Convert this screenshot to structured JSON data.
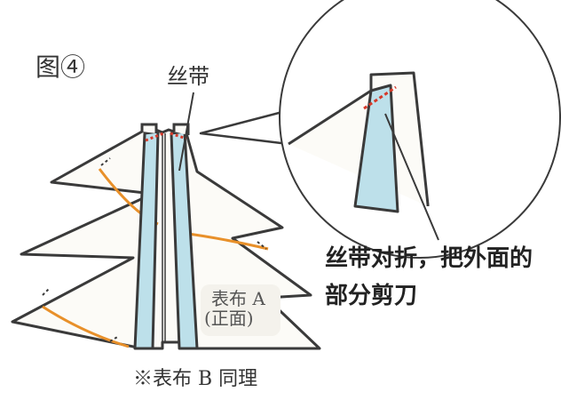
{
  "labels": {
    "figure": "图④",
    "ribbon": "丝带",
    "instruction_line1": "丝带对折，把外面的",
    "instruction_line2": "部分剪刀",
    "fabric_face_line1": "表布 A",
    "fabric_face_line2": "(正面)",
    "note": "※表布 B 同理"
  },
  "colors": {
    "outline": "#3a3a3a",
    "fabric_fill": "#fcfbf7",
    "ribbon_fill": "#bde0ea",
    "stitch_line": "#e8902a",
    "cut_mark": "#d63a2a"
  }
}
